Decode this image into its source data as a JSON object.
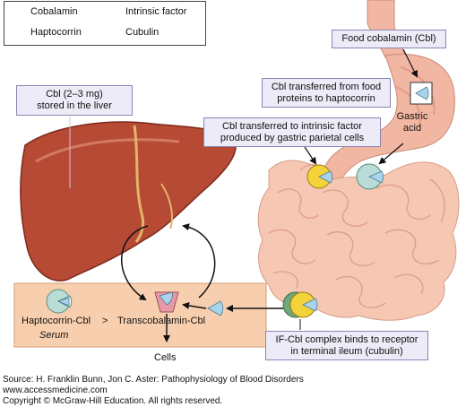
{
  "legend": {
    "cobalamin": "Cobalamin",
    "intrinsic_factor": "Intrinsic factor",
    "haptocorrin": "Haptocorrin",
    "cubulin": "Cubulin"
  },
  "labels": {
    "food_cbl": "Food cobalamin (Cbl)",
    "transfer_hapto_1": "Cbl transferred from food",
    "transfer_hapto_2": "proteins to haptocorrin",
    "gastric_acid_1": "Gastric",
    "gastric_acid_2": "acid",
    "transfer_if_1": "Cbl transferred to intrinsic factor",
    "transfer_if_2": "produced by gastric parietal cells",
    "liver_store_1": "Cbl (2–3 mg)",
    "liver_store_2": "stored in the liver",
    "serum_hapto": "Haptocorrin-Cbl",
    "gt": ">",
    "serum_trans": "Transcobalamin-Cbl",
    "serum": "Serum",
    "cells": "Cells",
    "ileum_1": "IF-Cbl complex binds to receptor",
    "ileum_2": "in terminal ileum (cubulin)"
  },
  "footer": {
    "source": "Source: H. Franklin Bunn, Jon C. Aster: Pathophysiology of Blood Disorders",
    "website": "www.accessmedicine.com",
    "copyright": "Copyright © McGraw-Hill Education. All rights reserved."
  },
  "colors": {
    "cobalamin": "#a9d3ea",
    "intrinsic_factor": "#f4d23a",
    "haptocorrin": "#b9ddd6",
    "cubulin": "#6fa87a",
    "liver": "#b64a34",
    "stomach": "#f2b7a3",
    "intestine": "#f6c8b4",
    "serum_box": "#f8cfae",
    "label_box": "#ecebf7",
    "transcobalamin": "#e79aa6"
  }
}
